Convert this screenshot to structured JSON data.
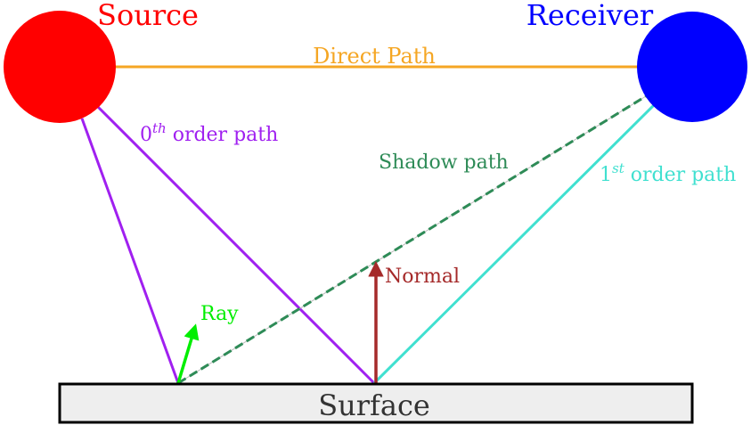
{
  "nodes": {
    "source": {
      "label": "Source",
      "color": "#ff0000"
    },
    "receiver": {
      "label": "Receiver",
      "color": "#0000ff"
    },
    "surface": {
      "label": "Surface",
      "fill": "#eeeeee",
      "stroke": "#000000"
    }
  },
  "paths": {
    "direct": {
      "label": "Direct Path",
      "color": "#f5a623"
    },
    "zeroth_order": {
      "label_main": "0",
      "label_sup": "th",
      "label_rest": " order path",
      "color": "#a020f0"
    },
    "first_order": {
      "label_main": "1",
      "label_sup": "st",
      "label_rest": " order path",
      "color": "#40e0d0"
    },
    "shadow": {
      "label": "Shadow path",
      "color": "#2e8b57"
    }
  },
  "vectors": {
    "normal": {
      "label": "Normal",
      "color": "#a52a2a"
    },
    "ray": {
      "label": "Ray",
      "color": "#00ee00"
    }
  }
}
